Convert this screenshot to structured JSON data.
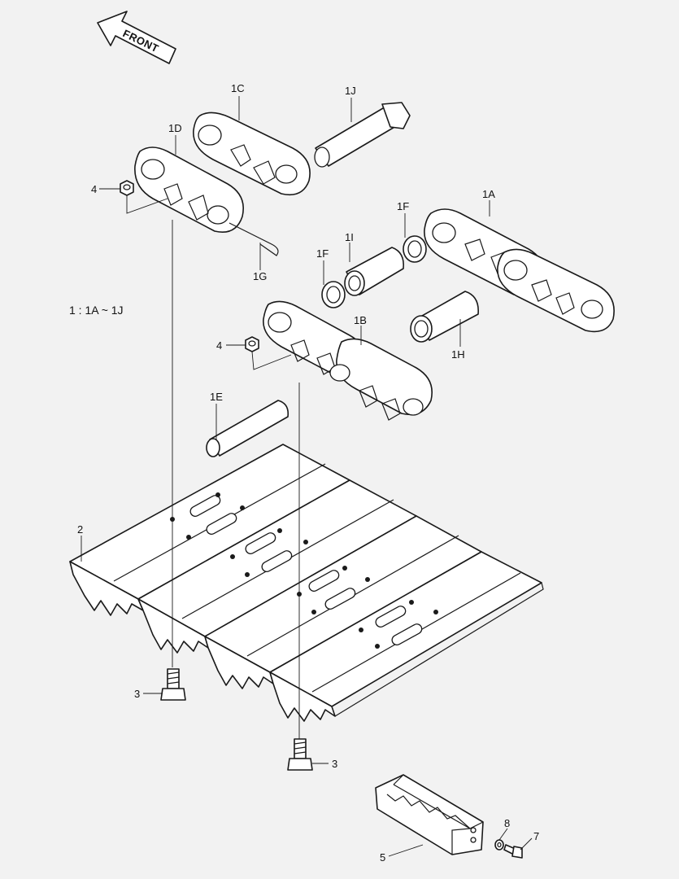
{
  "front_arrow": {
    "label": "FRONT"
  },
  "assembly_ratio": "1 : 1A ~ 1J",
  "callouts": {
    "c1A": "1A",
    "c1B": "1B",
    "c1C": "1C",
    "c1D": "1D",
    "c1E": "1E",
    "c1F_a": "1F",
    "c1F_b": "1F",
    "c1G": "1G",
    "c1H": "1H",
    "c1I": "1I",
    "c1J": "1J",
    "c2": "2",
    "c3_a": "3",
    "c3_b": "3",
    "c4_a": "4",
    "c4_b": "4",
    "c5": "5",
    "c7": "7",
    "c8": "8"
  }
}
